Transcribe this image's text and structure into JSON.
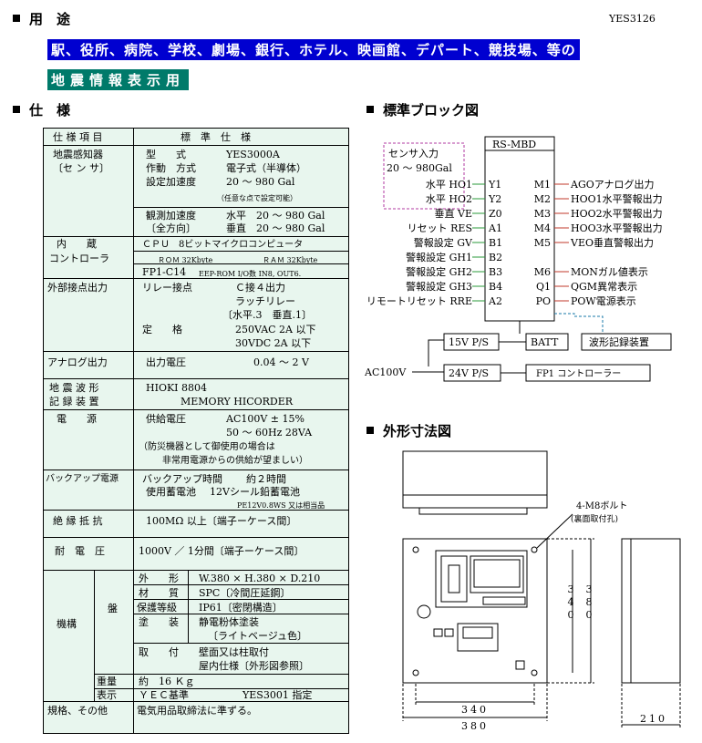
{
  "doc_code": "YES3126",
  "sections": {
    "usage": "用　途",
    "spec": "仕　様",
    "block": "標準ブロック図",
    "dims": "外形寸法図"
  },
  "usage_line1": "駅、役所、病院、学校、劇場、銀行、ホテル、映画館、デパート、競技場、等の",
  "usage_line2": "地震情報表示用",
  "spec": {
    "h_item": "仕 様 項 目",
    "h_spec": "標　準　仕　様",
    "sensor_l1": "地震感知器",
    "sensor_l2": "〔セ ン サ〕",
    "s_model_k": "型　　式",
    "s_model_v": "YES3000A",
    "s_op_k": "作動　方式",
    "s_op_v": "電子式（半導体）",
    "s_set_k": "設定加速度",
    "s_set_v": "20 ～ 980 Gal",
    "s_set_note": "（任意な点で設定可能）",
    "s_meas_k": "観測加速度",
    "s_meas_h": "水平　20 ～ 980 Gal",
    "s_range_k": "〔全方向〕",
    "s_meas_v": "垂直　20 ～ 980 Gal",
    "ctrl_l1": "内　　蔵",
    "ctrl_l2": "コントローラ",
    "c_cpu": "ＣＰＵ　8ビットマイクロコンピュータ",
    "c_rom": "ＲＯＭ 32Kbyte",
    "c_ram": "ＲＡＭ 32Kbyte",
    "c_fp": "FP1-C14",
    "c_fp_note": "EEP-ROM I/O数 IN8, OUT6.",
    "ext_label": "外部接点出力",
    "e_relay_k": "リレー接点",
    "e_relay_v1": "Ｃ接４出力",
    "e_relay_v2": "ラッチリレー",
    "e_relay_v3": "〔水平.3　垂直.1〕",
    "e_rate_k": "定　　格",
    "e_rate_v1": "250VAC 2A 以下",
    "e_rate_v2": "30VDC 2A 以下",
    "analog_label": "アナログ出力",
    "a_k": "出力電圧",
    "a_v": "0.04 ～ 2 V",
    "wave_l1": "地 震 波 形",
    "wave_l2": "記 録 装 置",
    "w_v1": "HIOKI 8804",
    "w_v2": "MEMORY HICORDER",
    "pwr_label": "電　　源",
    "p_k": "供給電圧",
    "p_v1": "AC100V ± 15%",
    "p_v2": "50 ～ 60Hz 28VA",
    "p_note1": "（防災機器として御使用の場合は",
    "p_note2": "非常用電源からの供給が望ましい）",
    "bk_label": "バックアップ電源",
    "b_time_k": "バックアップ時間",
    "b_time_v": "約２時間",
    "b_batt_k": "使用蓄電池",
    "b_batt_v": "12Vシール鉛蓄電池",
    "b_batt_note": "PE12V0.8WS 又は相当品",
    "ins_label": "絶 縁 抵 抗",
    "ins_v": "100MΩ 以上〔端子ーケース間〕",
    "vol_label": "耐　電　圧",
    "vol_v": "1000V ／ 1分間〔端子ーケース間〕",
    "mech_label": "機構",
    "panel_label": "盤",
    "m_dim_k": "外　　形",
    "m_dim_v": "W.380 × H.380 × D.210",
    "m_mat_k": "材　　質",
    "m_mat_v": "SPC〔冷間圧延鋼〕",
    "m_prot_k": "保護等級",
    "m_prot_v": "IP61〔密閉構造〕",
    "m_paint_k": "塗　　装",
    "m_paint_v1": "静電粉体塗装",
    "m_paint_v2": "〔ライトベージュ色〕",
    "m_mount_k": "取　　付",
    "m_mount_v1": "壁面又は柱取付",
    "m_mount_v2": "屋内仕様〔外形図参照〕",
    "m_wt_k": "重量",
    "m_wt_v": "約　16 Ｋｇ",
    "m_disp_k": "表示",
    "m_disp_v1": "ＹＥＣ基準",
    "m_disp_v2": "YES3001 指定",
    "std_label": "規格、その他",
    "std_v": "電気用品取締法に準ずる。"
  },
  "block": {
    "sensor_title": "センサ入力",
    "sensor_range": "20 ～ 980Gal",
    "main_box": "RS-MBD",
    "inputs": [
      {
        "label": "水平 HO1",
        "pin": "Y1"
      },
      {
        "label": "水平 HO2",
        "pin": "Y2"
      },
      {
        "label": "垂直 VE",
        "pin": "Z0"
      },
      {
        "label": "リセット RES",
        "pin": "A1"
      },
      {
        "label": "警報設定 GV",
        "pin": "B1"
      },
      {
        "label": "警報設定 GH1",
        "pin": "B2"
      },
      {
        "label": "警報設定 GH2",
        "pin": "B3"
      },
      {
        "label": "警報設定 GH3",
        "pin": "B4"
      },
      {
        "label": "リモートリセット RRE",
        "pin": "A2"
      }
    ],
    "outputs": [
      {
        "pin": "M1",
        "label": "AGOアナログ出力"
      },
      {
        "pin": "M2",
        "label": "HOO1水平警報出力"
      },
      {
        "pin": "M3",
        "label": "HOO2水平警報出力"
      },
      {
        "pin": "M4",
        "label": "HOO3水平警報出力"
      },
      {
        "pin": "M5",
        "label": "VEO垂直警報出力"
      },
      {
        "pin": "M6",
        "label": "MONガル値表示"
      },
      {
        "pin": "Q1",
        "label": "QGM異常表示"
      },
      {
        "pin": "PO",
        "label": "POW電源表示"
      }
    ],
    "ps15": "15V P/S",
    "batt": "BATT",
    "recorder": "波形記録装置",
    "ac": "AC100V",
    "ps24": "24V P/S",
    "fp1": "FP1 コントローラー"
  },
  "dims": {
    "bolt": "4-M8ボルト",
    "bolt_note": "(裏面取付孔)",
    "w_inner": "340",
    "w_outer": "380",
    "h_inner": "340",
    "h_outer": "380",
    "depth": "210"
  }
}
